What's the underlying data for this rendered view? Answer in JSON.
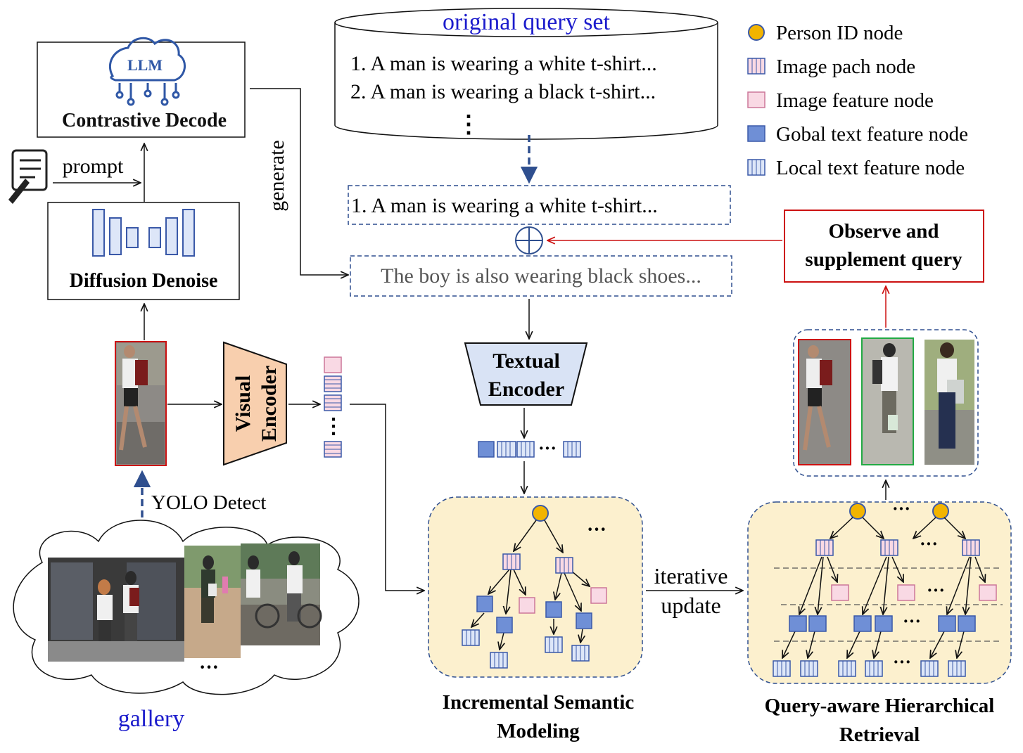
{
  "colors": {
    "accent_blue": "#1c1ccc",
    "dash_blue": "#2f4f8f",
    "node_blue": "#6f8fd6",
    "node_blue_dark": "#3a59a8",
    "node_pink": "#f9d9e4",
    "node_pink_edge": "#cc7799",
    "person_node": "#f2b400",
    "encoder_orange": "#f8cfae",
    "encoder_blue": "#d9e3f5",
    "panel_yellow": "#fcf0ce",
    "red": "#cc1111",
    "green": "#22aa44"
  },
  "legend": {
    "person_id": "Person ID node",
    "image_patch": "Image pach node",
    "image_feature": "Image feature node",
    "global_text": "Gobal text feature node",
    "local_text": "Local text  feature node"
  },
  "llm_block": {
    "logo_text": "LLM",
    "label": "Contrastive Decode"
  },
  "prompt_label": "prompt",
  "diffusion_label": "Diffusion Denoise",
  "generate_label": "generate",
  "query_set": {
    "title": "original query set",
    "line1": "1. A man is wearing a white t-shirt...",
    "line2": "2. A man is wearing a black t-shirt...",
    "ellipsis": "⋮"
  },
  "selected_query": "1. A man is wearing a white t-shirt...",
  "supplement_text": "The boy is also wearing black shoes...",
  "observe_box": {
    "line1": "Observe and",
    "line2": "supplement query"
  },
  "visual_encoder": {
    "line1": "Visual",
    "line2": "Encoder"
  },
  "textual_encoder": {
    "line1": "Textual",
    "line2": "Encoder"
  },
  "yolo_label": "YOLO Detect",
  "gallery_label": "gallery",
  "ism_caption": {
    "line1": "Incremental Semantic",
    "line2": "Modeling"
  },
  "iterative_label": {
    "line1": "iterative",
    "line2": "update"
  },
  "qhr_caption": {
    "line1": "Query-aware Hierarchical",
    "line2": "Retrieval"
  },
  "ellipsis_h": "···",
  "ellipsis_v": "⋮"
}
